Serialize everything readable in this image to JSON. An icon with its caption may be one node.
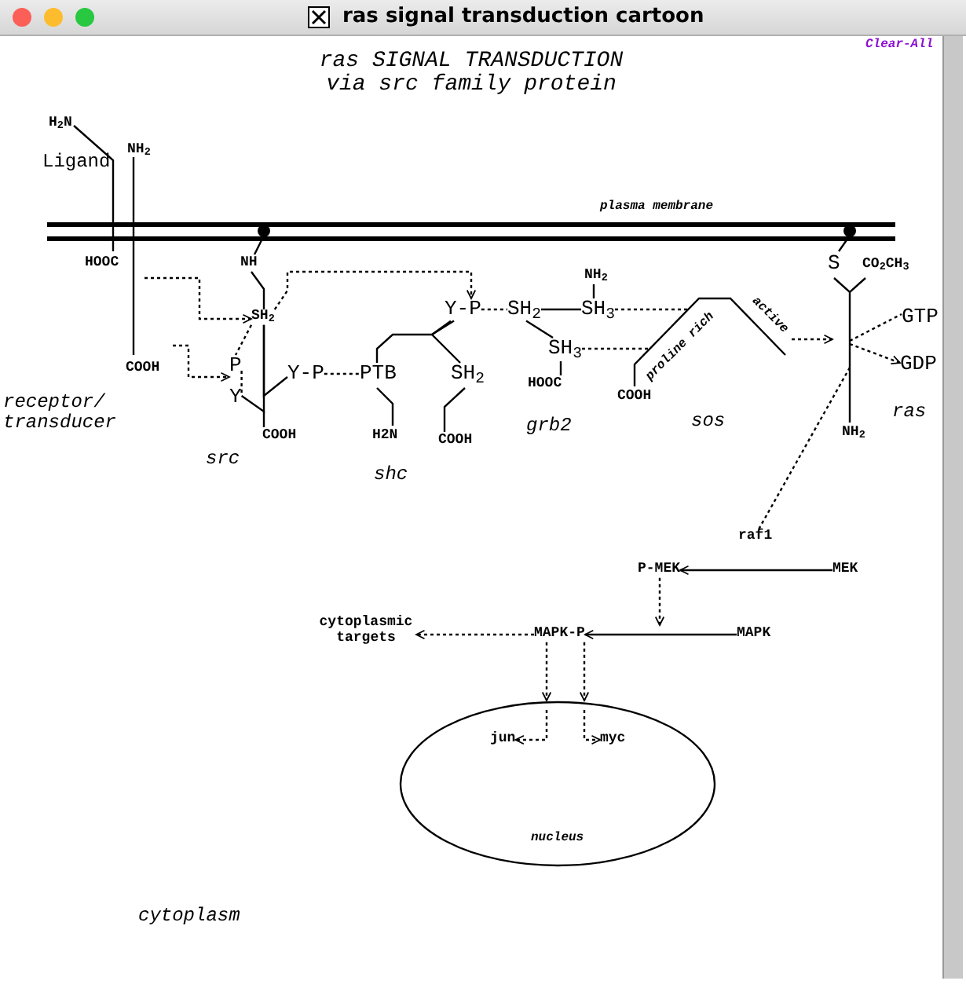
{
  "diagram": {
    "title": "ras SIGNAL TRANSDUCTION via src family protein",
    "nodes": [
      {
        "text": [
          "Ligand"
        ]
      },
      {
        "text": [
          "SH$_{2}$"
        ]
      },
      {
        "text": [
          "P"
        ]
      },
      {
        "text": [
          "Y"
        ]
      },
      {
        "text": [
          "Y-P"
        ]
      },
      {
        "text": [
          "Y-P"
        ]
      },
      {
        "text": [
          "PTB"
        ]
      },
      {
        "text": [
          "SH$_{2}$"
        ]
      },
      {
        "text": [
          "SH$_{2}$"
        ]
      },
      {
        "text": [
          "SH$_{3}$"
        ]
      },
      {
        "text": [
          "SH$_{3}$"
        ]
      },
      {
        "text": [
          "proline rich",
          "active"
        ],
        "beside": [
          "sos"
        ]
      },
      {
        "text": [
          "GTP"
        ]
      },
      {
        "text": [
          "GDP"
        ]
      },
      {
        "text": [
          "raf1"
        ]
      },
      {
        "text": [
          "P-MEK"
        ]
      },
      {
        "text": [
          "MEK"
        ]
      },
      {
        "text": [
          "cytoplasmic targets"
        ]
      },
      {
        "text": [
          "MAPK-P"
        ]
      },
      {
        "text": [
          "MAPK"
        ]
      },
      {
        "text": [
          "nucleus"
        ]
      },
      {
        "text": [
          "jun"
        ],
        "in": 20
      },
      {
        "text": [
          "myc"
        ],
        "in": 20
      }
    ],
    "edges": [
      {
        "from": null,
        "to": 1,
        "arrow": "to",
        "style": "dashed"
      },
      {
        "from": null,
        "to": 2,
        "arrow": "to",
        "style": "dashed"
      },
      {
        "from": 1,
        "to": 5,
        "arrow": "to",
        "style": "dashed"
      },
      {
        "from": 4,
        "to": 6,
        "arrow": "none",
        "style": "dashed"
      },
      {
        "from": 5,
        "to": 8,
        "arrow": "none",
        "style": "dashed"
      },
      {
        "from": 8,
        "to": 9,
        "arrow": "none"
      },
      {
        "from": 8,
        "to": 10,
        "arrow": "none"
      },
      {
        "from": 9,
        "to": 11,
        "arrow": "none",
        "style": "dashed"
      },
      {
        "from": 10,
        "to": 11,
        "arrow": "none",
        "style": "dashed"
      },
      {
        "from": 11,
        "to": null,
        "arrow": "to",
        "style": "dashed"
      },
      {
        "from": null,
        "to": 12,
        "arrow": "none",
        "style": "dashed"
      },
      {
        "from": null,
        "to": 13,
        "arrow": "to",
        "style": "dashed"
      },
      {
        "from": null,
        "to": 14,
        "arrow": "none",
        "style": "dashed"
      },
      {
        "from": 16,
        "to": 15,
        "arrow": "to"
      },
      {
        "from": 15,
        "to": null,
        "arrow": "to",
        "style": "dashed"
      },
      {
        "from": 19,
        "to": 18,
        "arrow": "to"
      },
      {
        "from": 18,
        "to": 17,
        "arrow": "to",
        "style": "dashed"
      },
      {
        "from": 18,
        "to": 20,
        "arrow": "to",
        "style": "dashed"
      },
      {
        "from": 18,
        "to": 20,
        "arrow": "to",
        "style": "dashed"
      },
      {
        "from": null,
        "to": 21,
        "arrow": "to",
        "style": "dashed"
      },
      {
        "from": null,
        "to": 22,
        "arrow": "to",
        "style": "dashed"
      },
      {
        "from": 1,
        "to": 2,
        "arrow": "none",
        "style": "dashed"
      },
      {
        "from": 2,
        "to": 3,
        "arrow": "none",
        "style": "dashed"
      },
      {
        "from": 1,
        "to": 4,
        "arrow": "none"
      },
      {
        "from": 1,
        "to": 3,
        "arrow": "none"
      },
      {
        "from": 6,
        "to": 5,
        "arrow": "none"
      },
      {
        "from": 5,
        "to": 7,
        "arrow": "none"
      }
    ],
    "labels": [
      "ras signal transduction cartoon",
      "Clear-All",
      "H$_{2}$N",
      "NH$_{2}$",
      "plasma membrane",
      "HOOC",
      "NH",
      "COOH",
      "receptor/ transducer",
      "COOH",
      "src",
      "H2N",
      "COOH",
      "shc",
      "NH$_{2}$",
      "HOOC",
      "grb2",
      "COOH",
      "S",
      "CO$_{2}$CH$_{3}$",
      "ras",
      "NH$_{2}$",
      "cytoplasm"
    ]
  }
}
